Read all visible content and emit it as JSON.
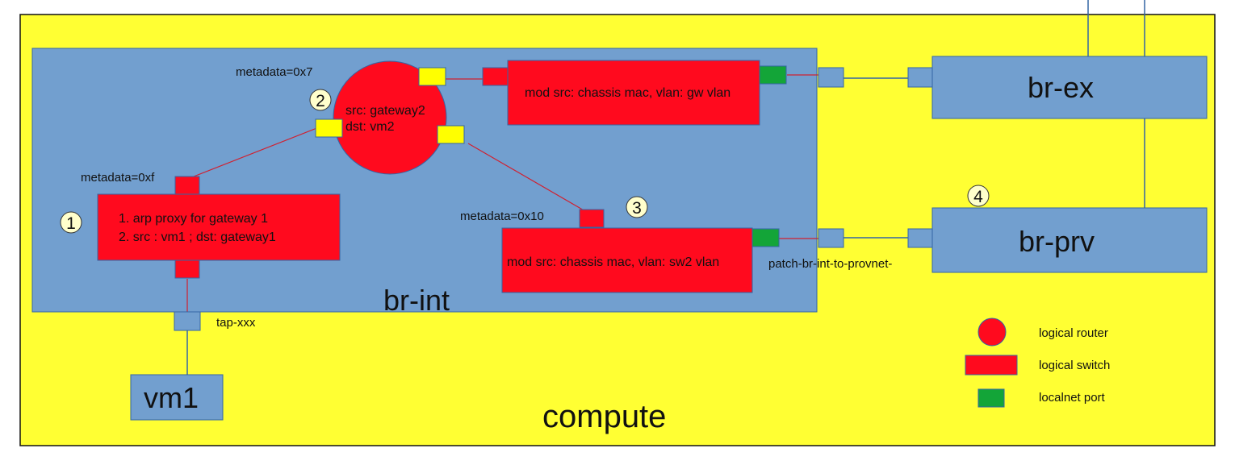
{
  "colors": {
    "compute_bg": "#ffff33",
    "bridge_blue": "#729fcf",
    "red": "#ff0a1e",
    "yellow_port": "#ffff00",
    "green_port": "#13a538",
    "line_red": "#d02030",
    "line_blue": "#3465a4"
  },
  "labels": {
    "compute": "compute",
    "br_int": "br-int",
    "br_ex": "br-ex",
    "br_prv": "br-prv",
    "vm1": "vm1",
    "tap": "tap-xxx",
    "patch": "patch-br-int-to-provnet-",
    "metadata_router": "metadata=0x7",
    "metadata_sw1": "metadata=0xf",
    "metadata_sw2": "metadata=0x10"
  },
  "router": {
    "line1": "src: gateway2",
    "line2": "dst: vm2"
  },
  "switch1": {
    "line1": "1. arp proxy for gateway 1",
    "line2": "2. src : vm1 ; dst: gateway1"
  },
  "gw_switch": {
    "text": "mod src: chassis mac, vlan: gw vlan"
  },
  "sw2_switch": {
    "text": "mod src: chassis mac, vlan: sw2 vlan"
  },
  "steps": [
    "1",
    "2",
    "3",
    "4"
  ],
  "legend": {
    "router": "logical router",
    "switch": "logical switch",
    "localnet": "localnet port"
  }
}
